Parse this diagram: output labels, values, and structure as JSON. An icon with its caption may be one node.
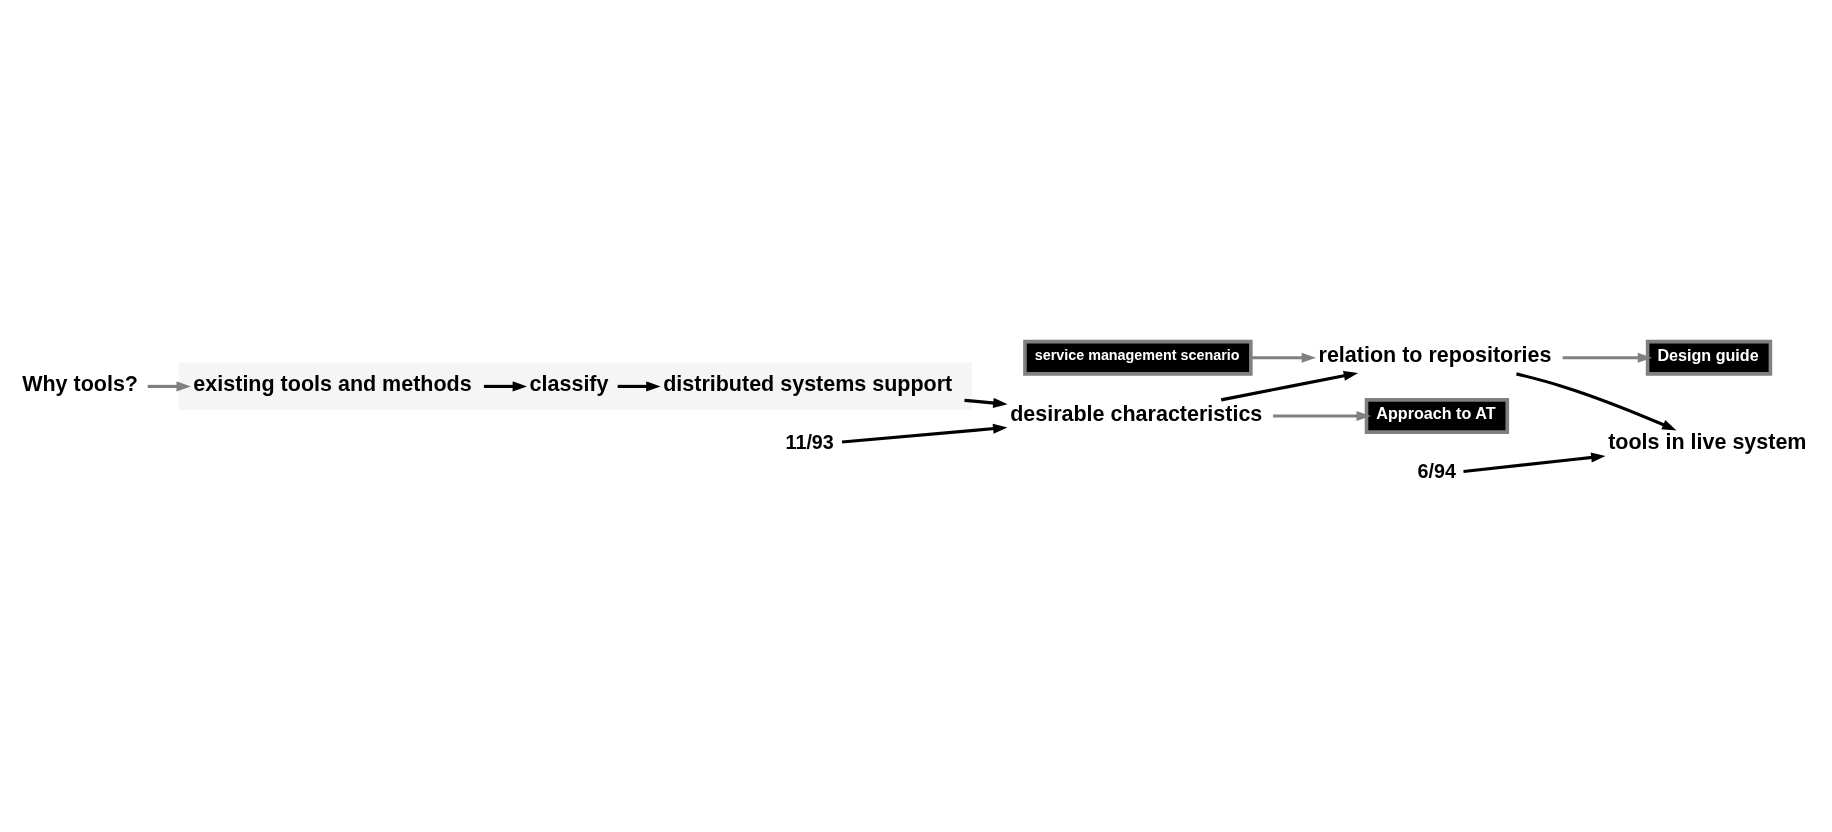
{
  "diagram": {
    "nodes": [
      {
        "text": [
          "Why tools?"
        ]
      },
      {
        "text": [],
        "shape": "box"
      },
      {
        "text": [
          "existing tools and methods"
        ],
        "in": 1
      },
      {
        "text": [
          "classify"
        ],
        "in": 1
      },
      {
        "text": [
          "distributed systems support"
        ],
        "in": 1
      },
      {
        "text": [
          "desirable characteristics"
        ]
      },
      {
        "text": [
          "relation to repositories"
        ]
      },
      {
        "text": [
          "service management scenario"
        ]
      },
      {
        "text": [
          "tools in live system"
        ]
      },
      {
        "text": [
          "Design guide"
        ]
      },
      {
        "text": [
          "Approach to AT"
        ]
      },
      {
        "text": [
          "11/93"
        ]
      },
      {
        "text": [
          "6/94"
        ]
      }
    ],
    "edges": [
      {
        "from": 0,
        "to": 2,
        "arrow": "to",
        "color": "#808080"
      },
      {
        "from": 2,
        "to": 3,
        "arrow": "to"
      },
      {
        "from": 3,
        "to": 4,
        "arrow": "to"
      },
      {
        "from": 4,
        "to": 5,
        "arrow": "to"
      },
      {
        "from": 5,
        "to": 6,
        "arrow": "to"
      },
      {
        "from": 6,
        "to": 8,
        "arrow": "to"
      },
      {
        "from": 7,
        "to": 6,
        "arrow": "to",
        "color": "#808080"
      },
      {
        "from": 6,
        "to": 9,
        "arrow": "to",
        "color": "#808080"
      },
      {
        "from": 5,
        "to": 10,
        "arrow": "to",
        "color": "#808080"
      },
      {
        "from": 11,
        "to": 5,
        "arrow": "to"
      },
      {
        "from": 12,
        "to": 8,
        "arrow": "to"
      }
    ]
  }
}
